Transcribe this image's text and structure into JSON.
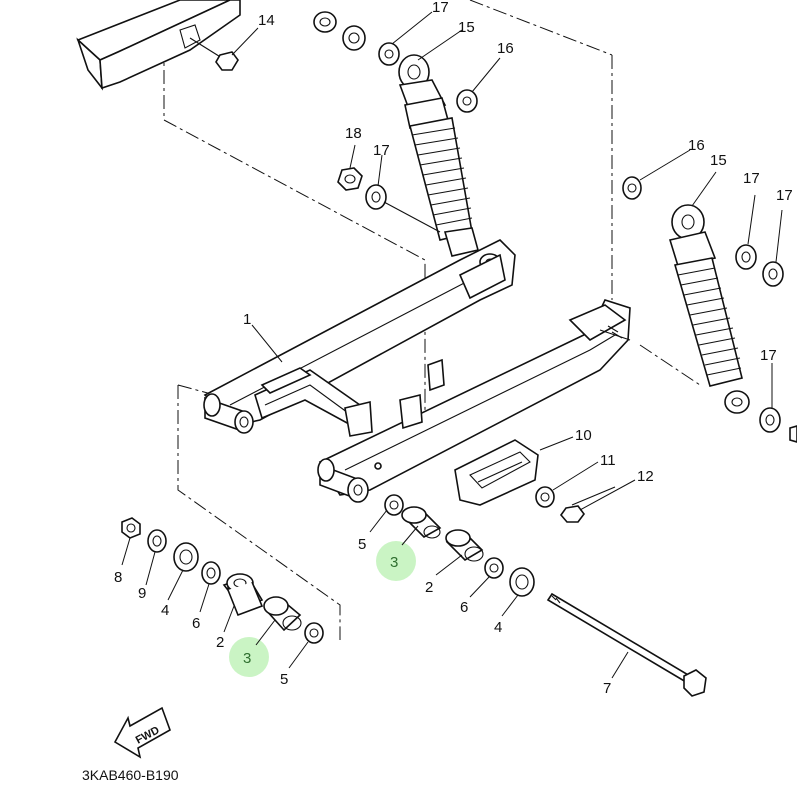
{
  "diagram_code": "3KAB460-B190",
  "fwd_arrow_label": "FWD",
  "highlight_color": "#b8f0b0",
  "labels": {
    "p1": "1",
    "p2_left": "2",
    "p2_right": "2",
    "p3_left": "3",
    "p3_right": "3",
    "p4_left": "4",
    "p4_right": "4",
    "p5_left": "5",
    "p5_right": "5",
    "p6_left": "6",
    "p6_right": "6",
    "p7": "7",
    "p8": "8",
    "p9": "9",
    "p10": "10",
    "p11": "11",
    "p12": "12",
    "p14": "14",
    "p15_top": "15",
    "p15_right": "15",
    "p16_top": "16",
    "p16_right": "16",
    "p17_top": "17",
    "p17_mid": "17",
    "p17_right_a": "17",
    "p17_right_b": "17",
    "p17_right_c": "17",
    "p18": "18"
  }
}
